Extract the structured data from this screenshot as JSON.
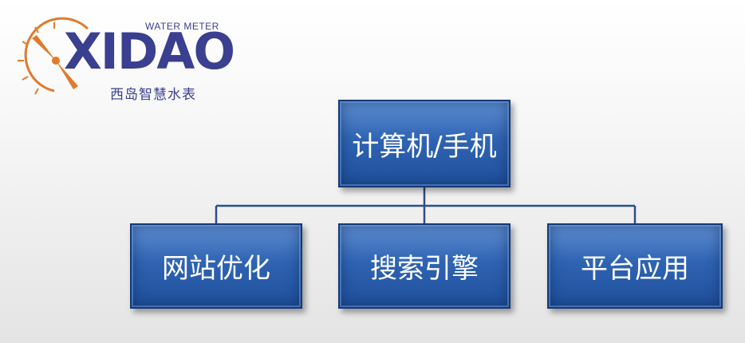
{
  "logo": {
    "tagline": "WATER METER",
    "brand": "XIDAO",
    "subtitle": "西岛智慧水表"
  },
  "diagram": {
    "root": {
      "label": "计算机/手机"
    },
    "children": [
      {
        "label": "网站优化"
      },
      {
        "label": "搜索引擎"
      },
      {
        "label": "平台应用"
      }
    ]
  },
  "colors": {
    "brand_blue": "#3a3f8f",
    "brand_orange": "#e07a2c",
    "box_fill": "#2f64b3",
    "box_border": "#153a75",
    "connector": "#2a4f8a"
  }
}
